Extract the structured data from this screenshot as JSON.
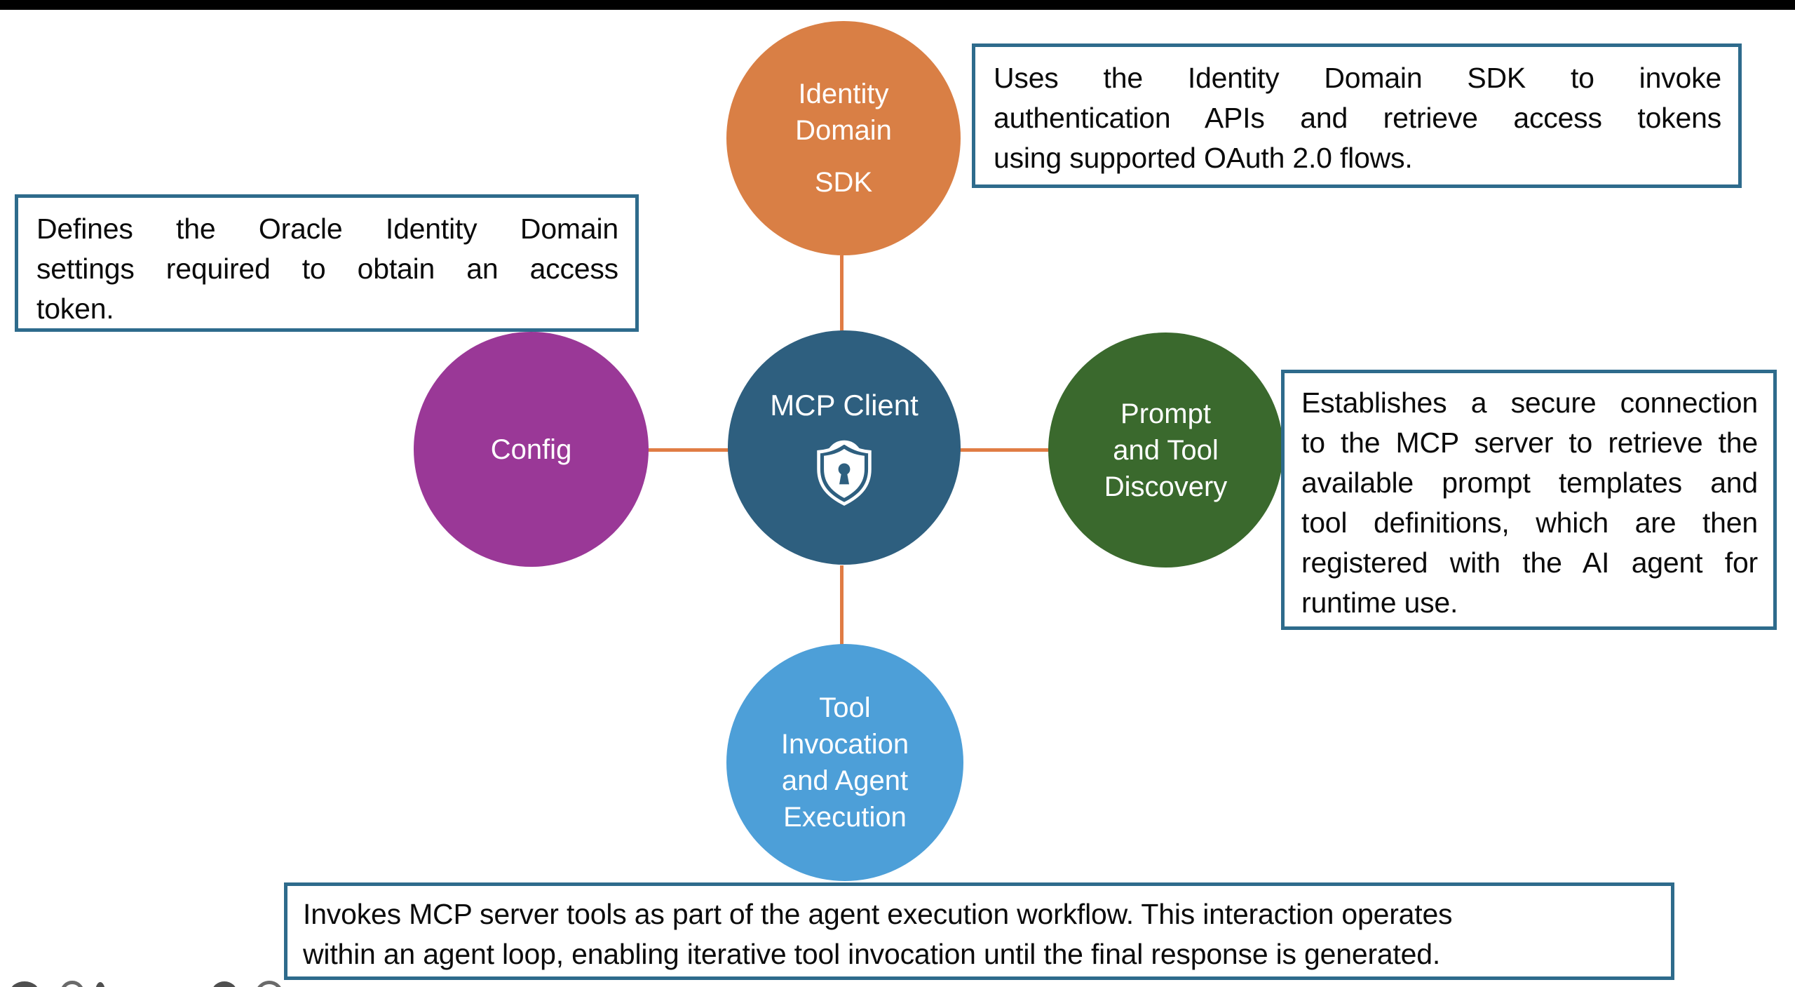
{
  "colors": {
    "top_bar": "#000000",
    "connector": "#E07C44",
    "callout_border": "#2E6B8C",
    "text": "#0B0B0B",
    "identity": "#D97F45",
    "config": "#9A3897",
    "mcp": "#2E5F7F",
    "prompt": "#3A692D",
    "tool": "#4D9FD8"
  },
  "nodes": {
    "identity": {
      "lines": [
        "Identity",
        "Domain"
      ],
      "sub": "SDK"
    },
    "config": {
      "label": "Config"
    },
    "mcp": {
      "label": "MCP Client",
      "icon": "shield-lock-icon"
    },
    "prompt": {
      "lines": [
        "Prompt",
        "and Tool",
        "Discovery"
      ]
    },
    "tool": {
      "lines": [
        "Tool",
        "Invocation",
        "and Agent",
        "Execution"
      ]
    }
  },
  "callouts": {
    "identity_note": {
      "lines": [
        "Uses the Identity Domain SDK to invoke",
        "authentication APIs and retrieve access tokens",
        "using supported OAuth 2.0 flows."
      ]
    },
    "config_note": {
      "lines": [
        "Defines the Oracle Identity Domain",
        "settings required to obtain an access",
        "token."
      ]
    },
    "prompt_note": {
      "lines": [
        "Establishes a secure connection",
        "to the MCP server to retrieve the",
        "available prompt templates and",
        "tool definitions, which are then",
        "registered with the AI agent for",
        "runtime use."
      ]
    },
    "tool_note": {
      "lines": [
        "Invokes MCP server tools as part of the agent execution workflow. This interaction operates",
        "within an agent loop, enabling iterative tool invocation until the final response is generated."
      ]
    }
  }
}
